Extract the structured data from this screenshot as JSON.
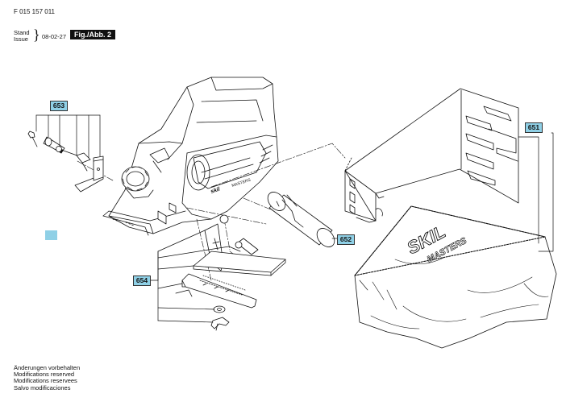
{
  "header": {
    "doc_number": "F 015 157 011",
    "stand_label": "Stand",
    "issue_label": "Issue",
    "date": "08-02-27",
    "figure_label": "Fig./Abb. 2"
  },
  "callouts": {
    "c653": "653",
    "c651": "651",
    "c652": "652",
    "c654": "654"
  },
  "bag_brand": {
    "skil": "SKIL",
    "masters": "MASTERS"
  },
  "footer": {
    "line1": "Änderungen vorbehalten",
    "line2": "Modifications reserved",
    "line3": "Modifications reservees",
    "line4": "Salvo modificaciones"
  },
  "colors": {
    "callout_fill": "#8fd0e6",
    "ink": "#111111"
  }
}
